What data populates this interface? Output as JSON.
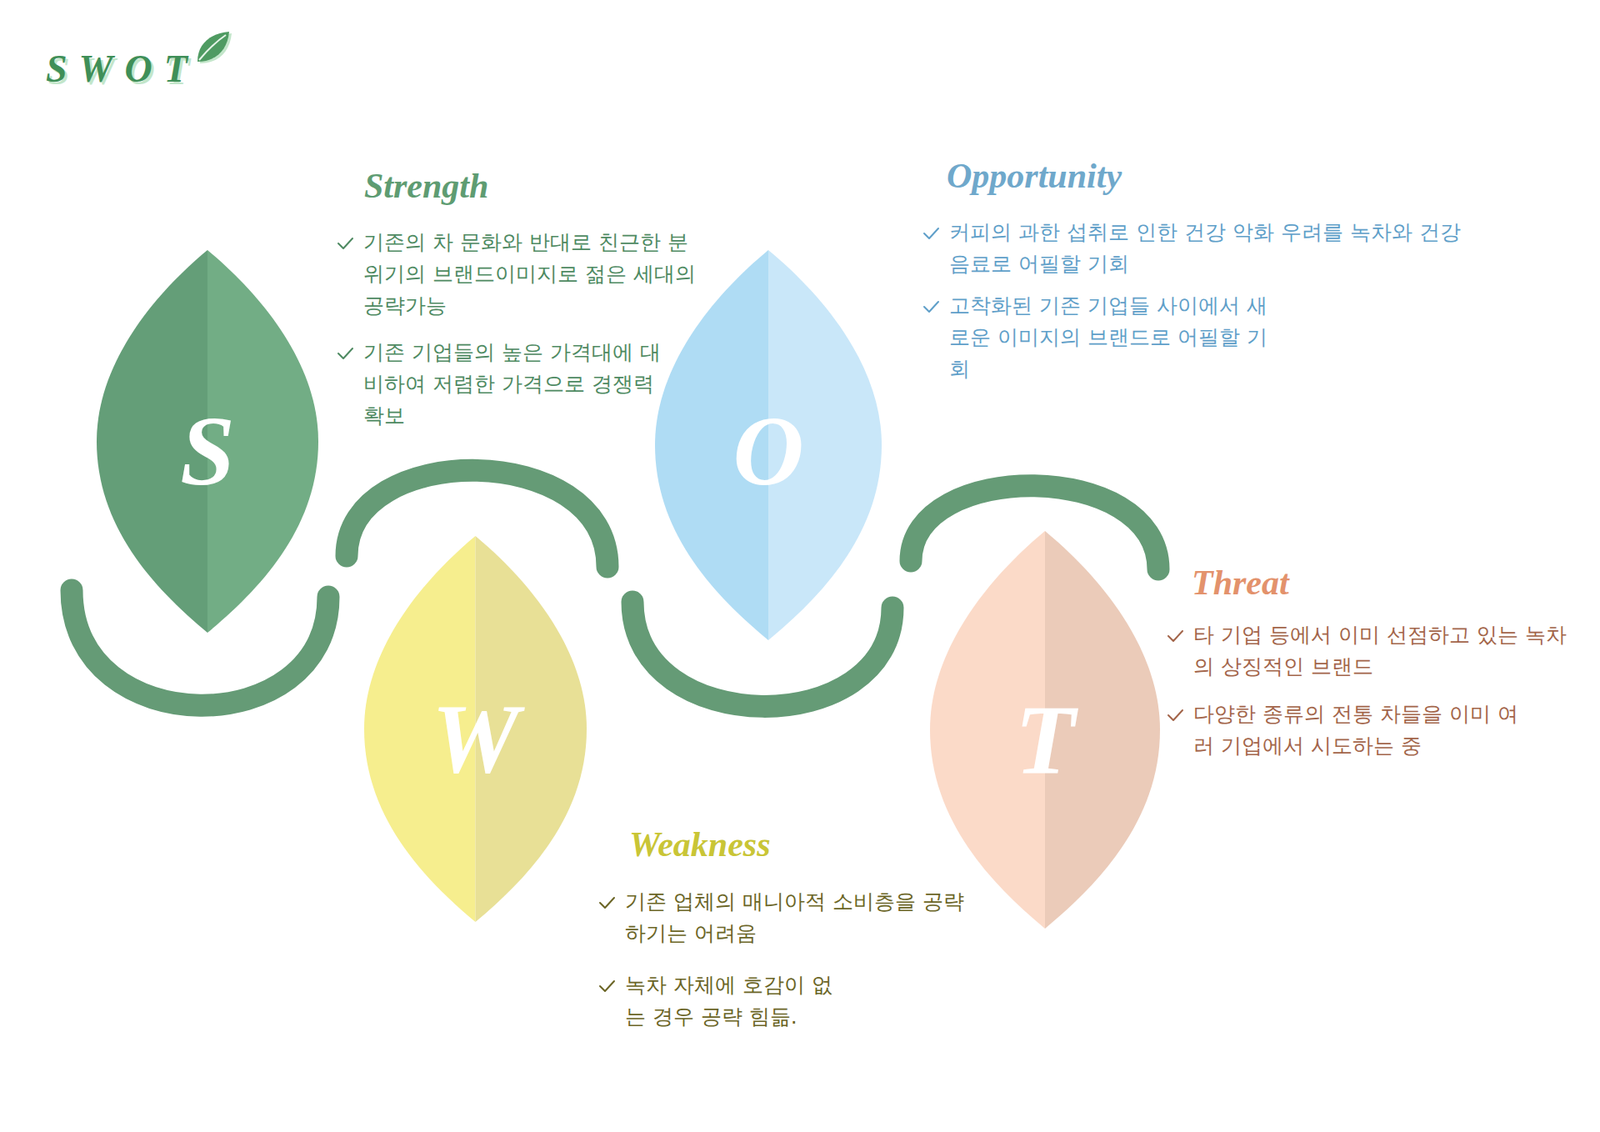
{
  "diagram": {
    "title": "SWOT",
    "nodes": [
      {
        "text": [
          "S"
        ]
      },
      {
        "text": [
          "W"
        ]
      },
      {
        "text": [
          "O"
        ]
      },
      {
        "text": [
          "T"
        ]
      }
    ],
    "labels": [
      "Strength",
      "기존의 차 문화와 반대로 친근한 분위기의 브랜드이미지로 젊은 세대의 공략가능",
      "기존 기업들의 높은 가격대에 대비하여 저렴한 가격으로 경쟁력 확보",
      "Weakness",
      "기존 업체의 매니아적 소비층을 공략하기는 어려움",
      "녹차 자체에 호감이 없는 경우 공략 힘듦.",
      "Opportunity",
      "커피의 과한 섭취로 인한 건강 악화 우려를 녹차와 건강음료로 어필할 기회",
      "고착화된 기존 기업들 사이에서 새로운 이미지의 브랜드로 어필할 기회",
      "Threat",
      "타 기업 등에서 이미 선점하고 있는 녹차의 상징적인 브랜드",
      "다양한 종류의 전통 차들을 이미 여러 기업에서 시도하는 중"
    ]
  }
}
